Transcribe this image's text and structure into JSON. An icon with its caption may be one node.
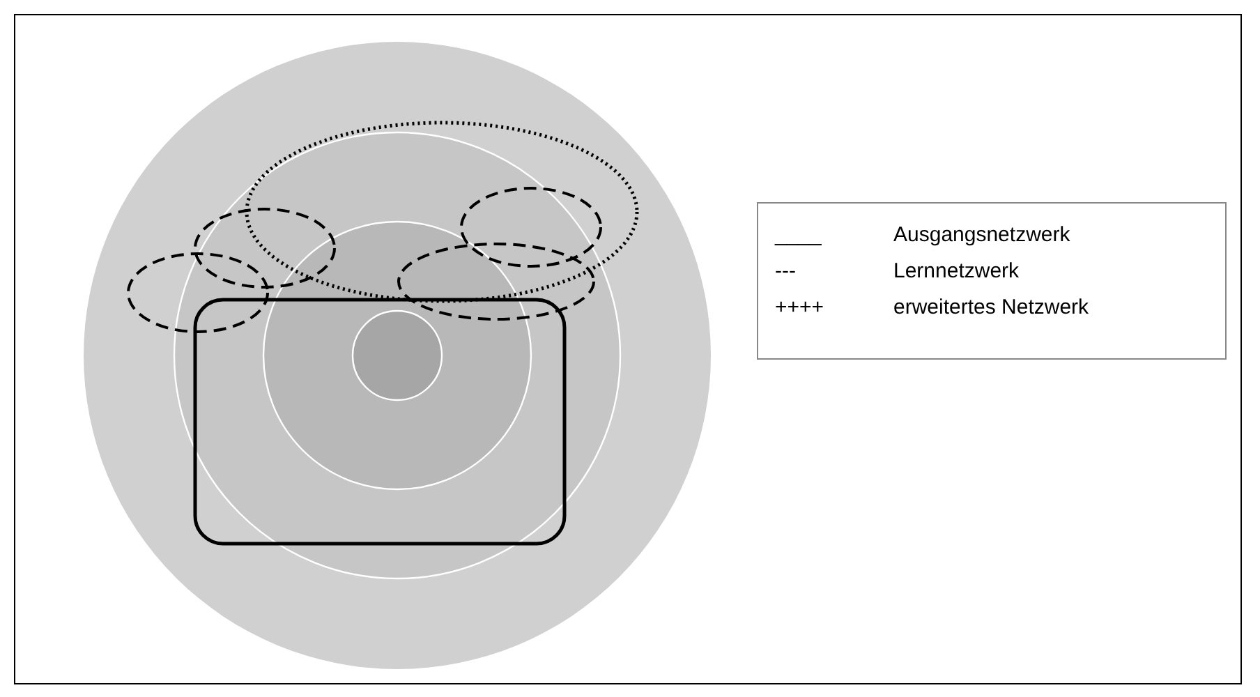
{
  "diagram": {
    "labels": [
      "____",
      "Ausgangsnetzwerk",
      "---",
      "Lernnetzwerk",
      "++++",
      "erweitertes Netzwerk"
    ]
  }
}
